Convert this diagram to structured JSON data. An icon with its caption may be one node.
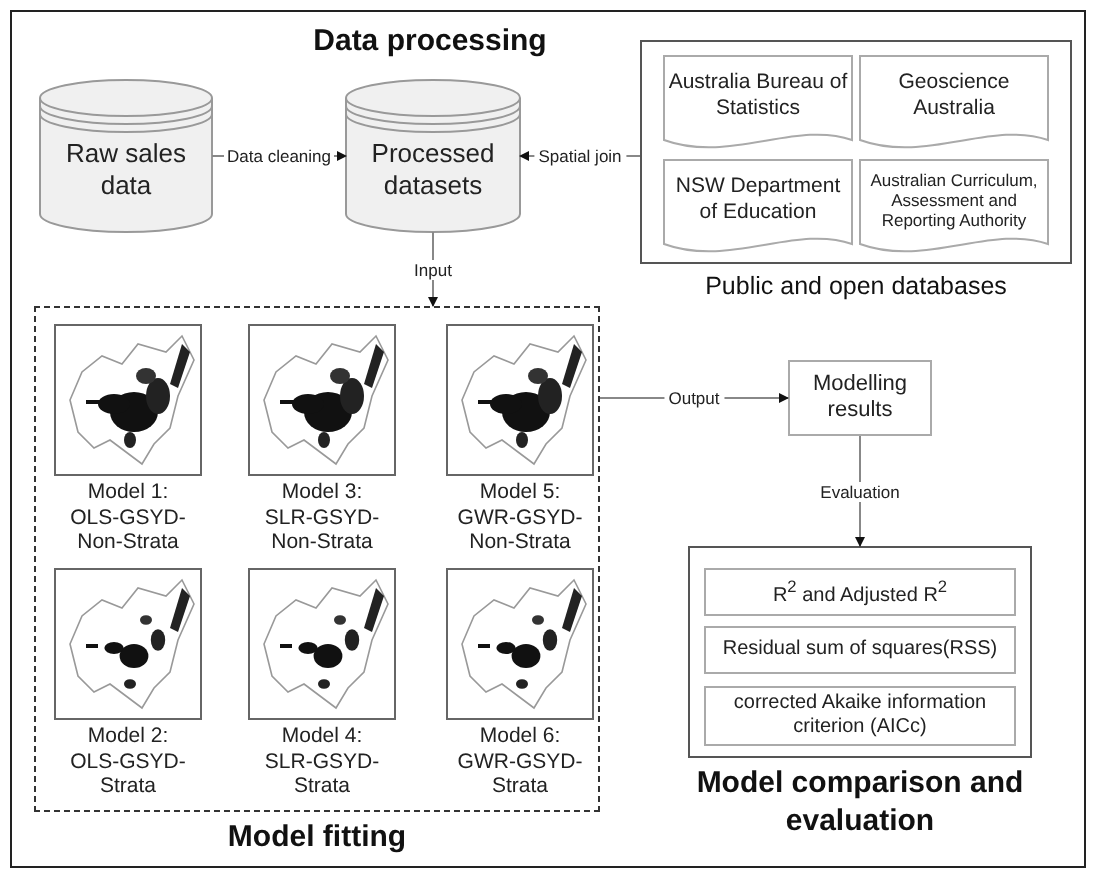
{
  "diagram": {
    "title": "Data processing",
    "nodes": [
      {
        "text": [
          "Raw sales data"
        ]
      },
      {
        "text": [
          "Processed datasets"
        ]
      },
      {
        "text": [
          "Public and open databases"
        ]
      },
      {
        "text": [
          "Australia Bureau of Statistics"
        ],
        "in": 2
      },
      {
        "text": [
          "Geoscience Australia"
        ],
        "in": 2
      },
      {
        "text": [
          "NSW Department of Education"
        ],
        "in": 2
      },
      {
        "text": [
          "Australian Curriculum, Assessment and Reporting Authority"
        ],
        "in": 2
      },
      {
        "text": [
          "Model fitting"
        ]
      },
      {
        "text": [
          "Model 1: OLS-GSYD-Non-Strata"
        ],
        "in": 7
      },
      {
        "text": [
          "Model 3: SLR-GSYD-Non-Strata"
        ],
        "in": 7
      },
      {
        "text": [
          "Model 5: GWR-GSYD-Non-Strata"
        ],
        "in": 7
      },
      {
        "text": [
          "Model 2: OLS-GSYD-Strata"
        ],
        "in": 7
      },
      {
        "text": [
          "Model 4: SLR-GSYD-Strata"
        ],
        "in": 7
      },
      {
        "text": [
          "Model 6: GWR-GSYD-Strata"
        ],
        "in": 7
      },
      {
        "text": [
          "Modelling results"
        ]
      },
      {
        "text": [
          "Model comparison and evaluation"
        ]
      },
      {
        "text": [
          "R$^{2}$ and Adjusted R$^{2}$"
        ],
        "in": 15
      },
      {
        "text": [
          "Residual sum of squares(RSS)"
        ],
        "in": 15
      },
      {
        "text": [
          "corrected Akaike information criterion (AICc)"
        ],
        "in": 15
      }
    ],
    "edges": [
      {
        "from": 0,
        "to": 1,
        "arrow": "to",
        "label": "Data cleaning"
      },
      {
        "from": 2,
        "to": 1,
        "arrow": "to",
        "label": "Spatial join"
      },
      {
        "from": 1,
        "to": 7,
        "arrow": "to",
        "label": "Input"
      },
      {
        "from": 7,
        "to": 14,
        "arrow": "to",
        "label": "Output"
      },
      {
        "from": 14,
        "to": 15,
        "arrow": "to",
        "label": "Evaluation"
      }
    ]
  }
}
